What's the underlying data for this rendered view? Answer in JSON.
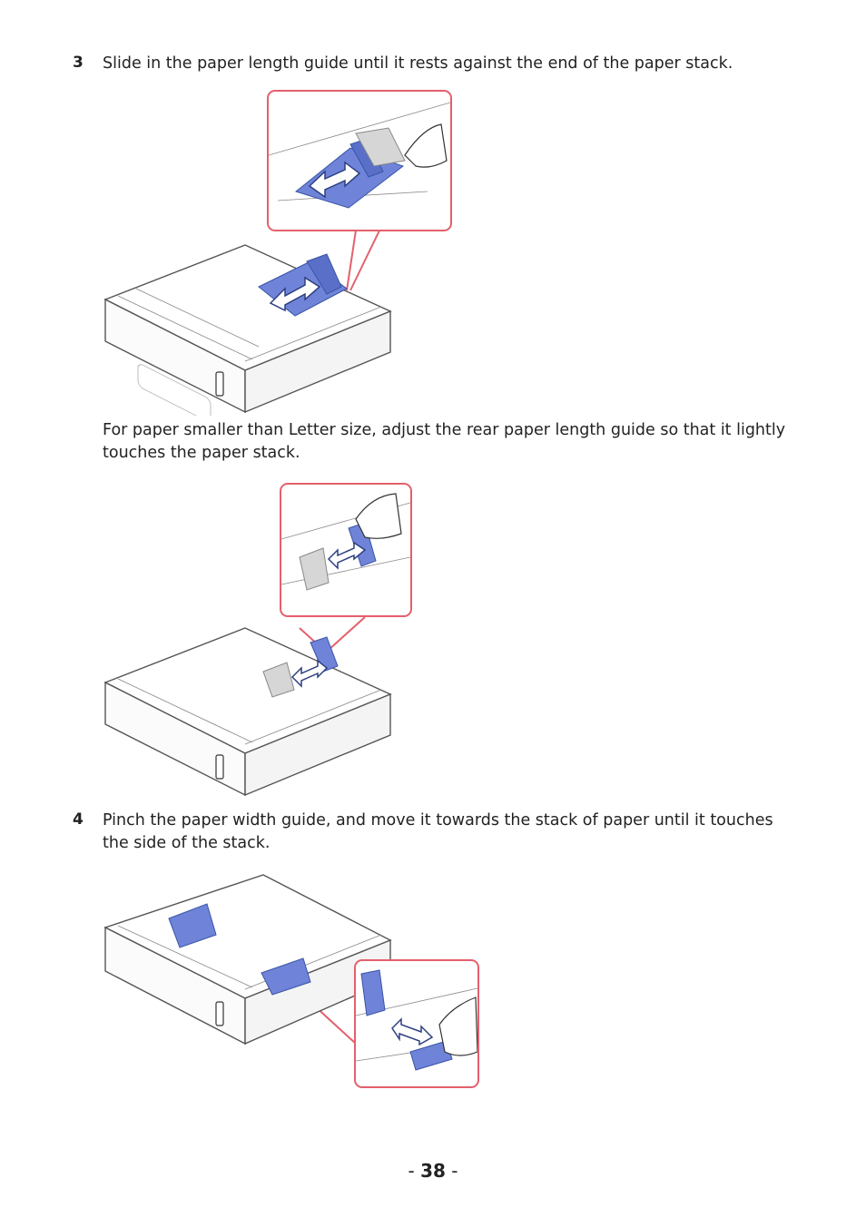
{
  "steps": [
    {
      "number": "3",
      "text": "Slide in the paper length guide until it rests against the end of the paper stack.",
      "note": "For paper smaller than Letter size, adjust the rear paper length guide so that it lightly touches the paper stack."
    },
    {
      "number": "4",
      "text": "Pinch the paper width guide, and move it towards the stack of paper until it touches the side of the stack."
    }
  ],
  "figures": [
    {
      "icon": "paper-tray-length-guide-illustration"
    },
    {
      "icon": "paper-tray-rear-guide-illustration"
    },
    {
      "icon": "paper-tray-width-guide-illustration"
    }
  ],
  "colors": {
    "callout_border": "#e4606c",
    "guide_blue": "#6f84d8",
    "arrow_blue": "#3954a6"
  },
  "footer": {
    "prefix": "- ",
    "page_number": "38",
    "suffix": " -"
  }
}
